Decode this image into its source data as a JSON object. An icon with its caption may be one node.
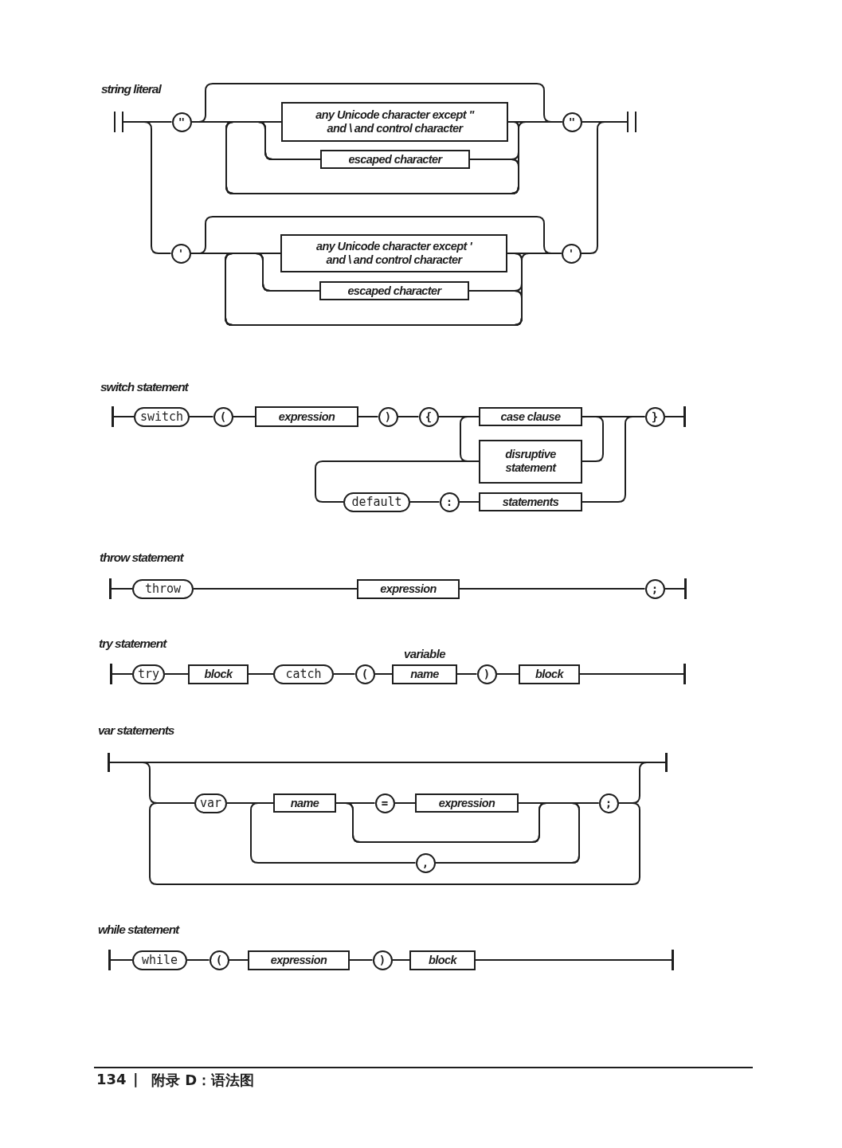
{
  "diagram": {
    "nodes": [
      {
        "text": [],
        "shape": "bar"
      },
      {
        "text": [
          "\""
        ]
      },
      {
        "text": [
          "any Unicode character except \" and \\ and control character"
        ]
      },
      {
        "text": [
          "escaped character"
        ]
      },
      {
        "text": [
          "\""
        ]
      },
      {
        "text": [],
        "shape": "bar"
      },
      {
        "text": [
          "'"
        ]
      },
      {
        "text": [
          "any Unicode character except ' and \\ and control character"
        ]
      },
      {
        "text": [
          "escaped character"
        ]
      },
      {
        "text": [
          "'"
        ]
      },
      {
        "text": [],
        "shape": "bar"
      },
      {
        "text": [
          "switch"
        ]
      },
      {
        "text": [
          "("
        ]
      },
      {
        "text": [
          "expression"
        ]
      },
      {
        "text": [
          ")"
        ]
      },
      {
        "text": [
          "{"
        ]
      },
      {
        "text": [
          "case clause"
        ]
      },
      {
        "text": [
          "disruptive statement"
        ]
      },
      {
        "text": [
          "default"
        ]
      },
      {
        "text": [
          ":"
        ]
      },
      {
        "text": [
          "statements"
        ]
      },
      {
        "text": [
          "}"
        ]
      },
      {
        "text": [],
        "shape": "bar"
      },
      {
        "text": [],
        "shape": "bar"
      },
      {
        "text": [
          "throw"
        ]
      },
      {
        "text": [
          "expression"
        ]
      },
      {
        "text": [
          ";"
        ]
      },
      {
        "text": [],
        "shape": "bar"
      },
      {
        "text": [],
        "shape": "bar"
      },
      {
        "text": [
          "try"
        ]
      },
      {
        "text": [
          "block"
        ]
      },
      {
        "text": [
          "catch"
        ]
      },
      {
        "text": [
          "("
        ]
      },
      {
        "text": [
          "name"
        ],
        "beside": [
          "variable"
        ]
      },
      {
        "text": [
          ")"
        ]
      },
      {
        "text": [
          "block"
        ]
      },
      {
        "text": [],
        "shape": "bar"
      },
      {
        "text": [],
        "shape": "bar"
      },
      {
        "text": [
          "var"
        ]
      },
      {
        "text": [
          "name"
        ]
      },
      {
        "text": [
          "="
        ]
      },
      {
        "text": [
          "expression"
        ]
      },
      {
        "text": [
          ";"
        ]
      },
      {
        "text": [
          ","
        ]
      },
      {
        "text": [],
        "shape": "bar"
      },
      {
        "text": [],
        "shape": "bar"
      },
      {
        "text": [
          "while"
        ]
      },
      {
        "text": [
          "("
        ]
      },
      {
        "text": [
          "expression"
        ]
      },
      {
        "text": [
          ")"
        ]
      },
      {
        "text": [
          "block"
        ]
      },
      {
        "text": [],
        "shape": "bar"
      }
    ],
    "edges": [
      {
        "from": 0,
        "to": 1,
        "arrow": "none"
      },
      {
        "from": 0,
        "to": 6,
        "arrow": "none"
      },
      {
        "from": 1,
        "to": 2,
        "arrow": "none"
      },
      {
        "from": 1,
        "to": 3,
        "arrow": "none"
      },
      {
        "from": 1,
        "to": 4,
        "arrow": "none"
      },
      {
        "from": 2,
        "to": 4,
        "arrow": "none"
      },
      {
        "from": 3,
        "to": 4,
        "arrow": "none"
      },
      {
        "from": 2,
        "to": 2,
        "arrow": "none"
      },
      {
        "from": 2,
        "to": 3,
        "arrow": "none"
      },
      {
        "from": 3,
        "to": 2,
        "arrow": "none"
      },
      {
        "from": 3,
        "to": 3,
        "arrow": "none"
      },
      {
        "from": 4,
        "to": 5,
        "arrow": "none"
      },
      {
        "from": 6,
        "to": 7,
        "arrow": "none"
      },
      {
        "from": 6,
        "to": 8,
        "arrow": "none"
      },
      {
        "from": 6,
        "to": 9,
        "arrow": "none"
      },
      {
        "from": 7,
        "to": 9,
        "arrow": "none"
      },
      {
        "from": 8,
        "to": 9,
        "arrow": "none"
      },
      {
        "from": 7,
        "to": 7,
        "arrow": "none"
      },
      {
        "from": 7,
        "to": 8,
        "arrow": "none"
      },
      {
        "from": 8,
        "to": 7,
        "arrow": "none"
      },
      {
        "from": 8,
        "to": 8,
        "arrow": "none"
      },
      {
        "from": 9,
        "to": 5,
        "arrow": "none"
      },
      {
        "from": 10,
        "to": 11,
        "arrow": "none"
      },
      {
        "from": 11,
        "to": 12,
        "arrow": "none"
      },
      {
        "from": 12,
        "to": 13,
        "arrow": "none"
      },
      {
        "from": 13,
        "to": 14,
        "arrow": "none"
      },
      {
        "from": 14,
        "to": 15,
        "arrow": "none"
      },
      {
        "from": 15,
        "to": 16,
        "arrow": "none"
      },
      {
        "from": 16,
        "to": 21,
        "arrow": "none"
      },
      {
        "from": 16,
        "to": 17,
        "arrow": "none"
      },
      {
        "from": 17,
        "to": 16,
        "arrow": "none"
      },
      {
        "from": 17,
        "to": 18,
        "arrow": "none"
      },
      {
        "from": 18,
        "to": 19,
        "arrow": "none"
      },
      {
        "from": 19,
        "to": 20,
        "arrow": "none"
      },
      {
        "from": 20,
        "to": 21,
        "arrow": "none"
      },
      {
        "from": 21,
        "to": 22,
        "arrow": "none"
      },
      {
        "from": 23,
        "to": 24,
        "arrow": "none"
      },
      {
        "from": 24,
        "to": 25,
        "arrow": "none"
      },
      {
        "from": 25,
        "to": 26,
        "arrow": "none"
      },
      {
        "from": 26,
        "to": 27,
        "arrow": "none"
      },
      {
        "from": 28,
        "to": 29,
        "arrow": "none"
      },
      {
        "from": 29,
        "to": 30,
        "arrow": "none"
      },
      {
        "from": 30,
        "to": 31,
        "arrow": "none"
      },
      {
        "from": 31,
        "to": 32,
        "arrow": "none"
      },
      {
        "from": 32,
        "to": 33,
        "arrow": "none"
      },
      {
        "from": 33,
        "to": 34,
        "arrow": "none"
      },
      {
        "from": 34,
        "to": 35,
        "arrow": "none"
      },
      {
        "from": 35,
        "to": 36,
        "arrow": "none"
      },
      {
        "from": 37,
        "to": 44,
        "arrow": "none"
      },
      {
        "from": 37,
        "to": 38,
        "arrow": "none"
      },
      {
        "from": 38,
        "to": 39,
        "arrow": "none"
      },
      {
        "from": 39,
        "to": 40,
        "arrow": "none"
      },
      {
        "from": 40,
        "to": 41,
        "arrow": "none"
      },
      {
        "from": 41,
        "to": 42,
        "arrow": "none"
      },
      {
        "from": 39,
        "to": 42,
        "arrow": "none"
      },
      {
        "from": 41,
        "to": 43,
        "arrow": "none"
      },
      {
        "from": 39,
        "to": 43,
        "arrow": "none"
      },
      {
        "from": 43,
        "to": 39,
        "arrow": "none"
      },
      {
        "from": 42,
        "to": 44,
        "arrow": "none"
      },
      {
        "from": 42,
        "to": 38,
        "arrow": "none"
      },
      {
        "from": 45,
        "to": 46,
        "arrow": "none"
      },
      {
        "from": 46,
        "to": 47,
        "arrow": "none"
      },
      {
        "from": 47,
        "to": 48,
        "arrow": "none"
      },
      {
        "from": 48,
        "to": 49,
        "arrow": "none"
      },
      {
        "from": 49,
        "to": 50,
        "arrow": "none"
      },
      {
        "from": 50,
        "to": 51,
        "arrow": "none"
      }
    ],
    "labels": [
      "string literal",
      "switch statement",
      "throw statement",
      "try statement",
      "var statements",
      "while statement",
      "134",
      "|",
      "附录 D：语法图"
    ]
  }
}
